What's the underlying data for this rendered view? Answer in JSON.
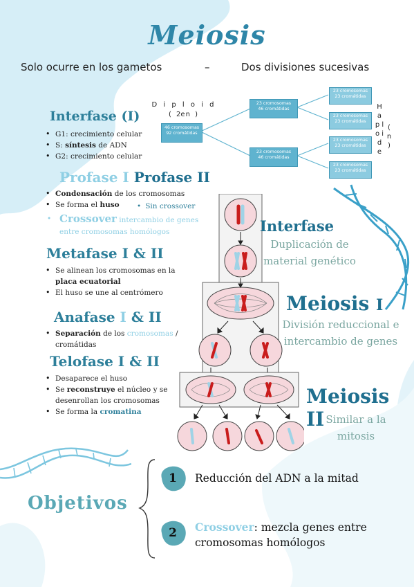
{
  "title": "Meiosis",
  "subtitle": {
    "left": "Solo ocurre en los gametos",
    "dash": "–",
    "right": "Dos divisiones sucesivas"
  },
  "tree": {
    "diploid_label": "D i p l o i d e",
    "diploid_sub": "( 2 n )",
    "haploid_label": "H a p l o i d e",
    "haploid_sub": "( n )",
    "root": {
      "line1": "46 cromosomas",
      "line2": "92 cromátidas"
    },
    "mid": [
      {
        "line1": "23 cromosomas",
        "line2": "46 cromátidas"
      },
      {
        "line1": "23 cromosomas",
        "line2": "46 cromátidas"
      }
    ],
    "leaves": [
      {
        "line1": "23 cromosomas",
        "line2": "23 cromátidas"
      },
      {
        "line1": "23 cromosomas",
        "line2": "23 cromátidas"
      },
      {
        "line1": "23 cromosomas",
        "line2": "23 cromátidas"
      },
      {
        "line1": "23 cromosomas",
        "line2": "23 cromátidas"
      }
    ]
  },
  "interfase": {
    "heading": "Interfase (I)",
    "items": [
      {
        "pre": "G1: ",
        "bold": "",
        "post": "crecimiento celular"
      },
      {
        "pre": "S: ",
        "bold": "síntesis",
        "post": " de ADN"
      },
      {
        "pre": "G2: ",
        "bold": "",
        "post": "crecimiento celular"
      }
    ]
  },
  "profase": {
    "heading1": "Profase I",
    "heading2": "Profase II",
    "item1_bold": "Condensación",
    "item1_post": " de los cromosomas",
    "item2_pre": "Se forma el ",
    "item2_bold": "huso",
    "item3": "Sin crossover",
    "crossover_bold": "Crossover",
    "crossover_text": " intercambio de genes entre cromosomas homólogos"
  },
  "metafase": {
    "heading": "Metafase I & II",
    "item1_pre": "Se alinean los cromosomas en la ",
    "item1_bold": "placa ecuatorial",
    "item2": "El huso se une al centrómero"
  },
  "anafase": {
    "heading_a": "Anafase ",
    "heading_b": "I",
    "heading_c": " & II",
    "item_bold": "Separación",
    "item_mid": " de los ",
    "item_pale": "cromosomas",
    "item_post": " / cromátidas"
  },
  "telofase": {
    "heading": "Telofase I & II",
    "items": [
      {
        "pre": "Desaparece el huso",
        "bold": "",
        "post": ""
      },
      {
        "pre": "Se ",
        "bold": "reconstruye",
        "post": " el núcleo y se desenrollan los cromosomas"
      },
      {
        "pre": "Se forma la ",
        "bold": "cromatina",
        "post": ""
      }
    ]
  },
  "diagram": {
    "interfase_title": "Interfase",
    "interfase_desc": "Duplicación de material genético",
    "meiosis1_title_a": "Meiosis",
    "meiosis1_title_b": "I",
    "meiosis1_desc": "División reduccional e intercambio de genes",
    "meiosis2_title": "Meiosis II",
    "meiosis2_desc": "Similar a la mitosis"
  },
  "objetivos": {
    "heading": "Objetivos",
    "items": [
      {
        "num": "1",
        "pale": "",
        "text": "Reducción del ADN a la mitad"
      },
      {
        "num": "2",
        "pale": "Crossover",
        "text": ": mezcla genes entre cromosomas homólogos"
      }
    ]
  },
  "colors": {
    "accent": "#2e86a8",
    "pale_blue": "#8fcfe4",
    "blob": "#d6eef7",
    "chromosome_red": "#c91c1c",
    "chromosome_blue": "#9fd3e6",
    "cell_fill": "#f6d7dc"
  }
}
